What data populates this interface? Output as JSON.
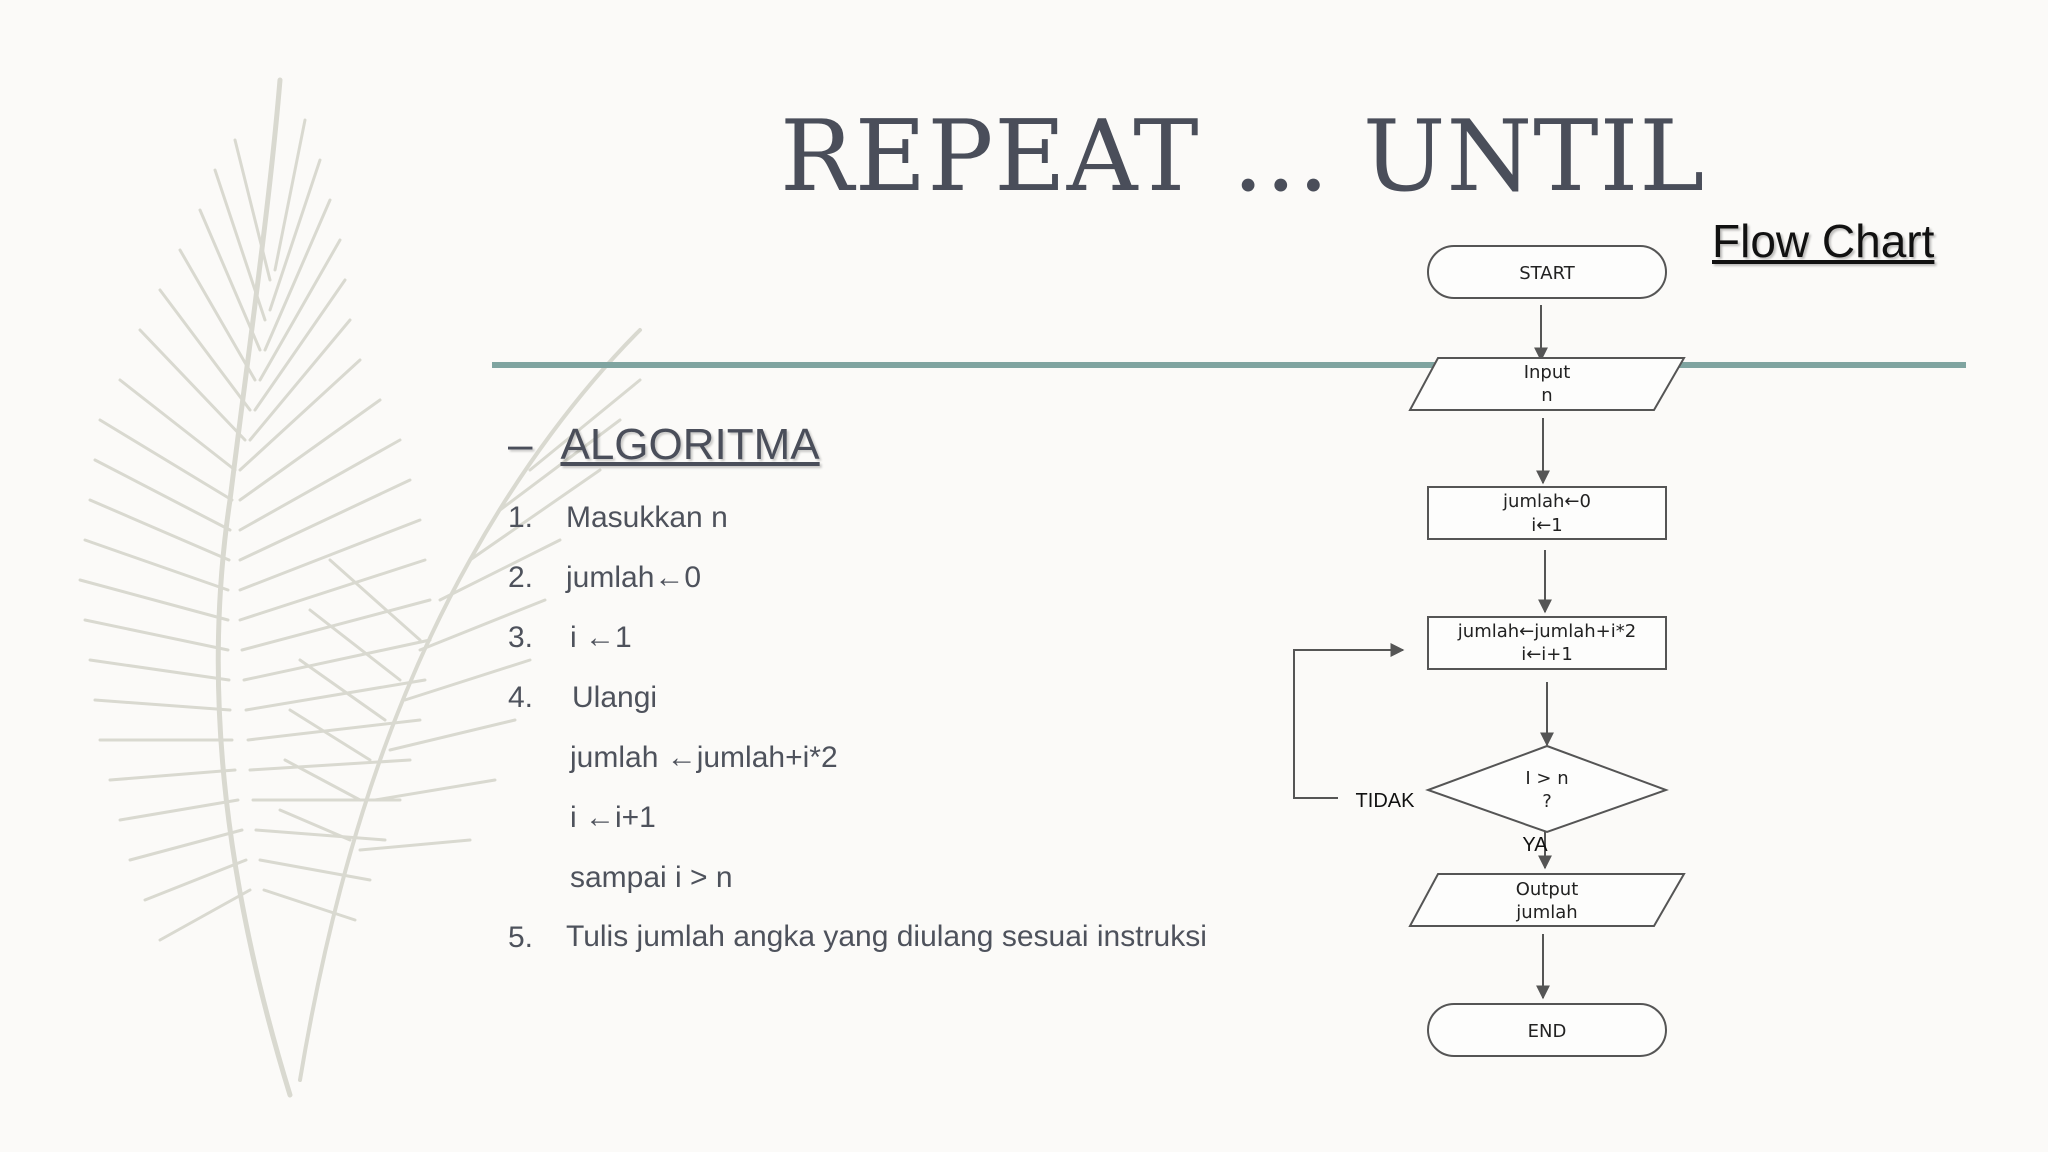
{
  "slide": {
    "title": "REPEAT … UNTIL",
    "accent_rule_color": "#7fa4a0",
    "title_color": "#4a4e5a"
  },
  "algorithm": {
    "dash": "–",
    "heading": "ALGORITMA",
    "steps": [
      {
        "num": "1.",
        "text": "Masukkan n"
      },
      {
        "num": "2.",
        "text": "jumlah←0"
      },
      {
        "num": "3.",
        "text": " i ←1"
      },
      {
        "num": "4.",
        "text": "Ulangi"
      },
      {
        "num": "",
        "text": "jumlah ←jumlah+i*2"
      },
      {
        "num": "",
        "text": "i ←i+1"
      },
      {
        "num": "",
        "text": "sampai i > n"
      },
      {
        "num": "5.",
        "text": "Tulis jumlah angka yang diulang sesuai instruksi"
      }
    ]
  },
  "flowchart": {
    "heading": "Flow Chart",
    "start": "START",
    "input_line1": "Input",
    "input_line2": "n",
    "init_line1": "jumlah←0",
    "init_line2": "i←1",
    "loop_line1": "jumlah←jumlah+i*2",
    "loop_line2": "i←i+1",
    "cond_line1": "I > n",
    "cond_line2": "?",
    "no_label": "TIDAK",
    "yes_label": "YA",
    "output_line1": "Output",
    "output_line2": "jumlah",
    "end": "END"
  }
}
